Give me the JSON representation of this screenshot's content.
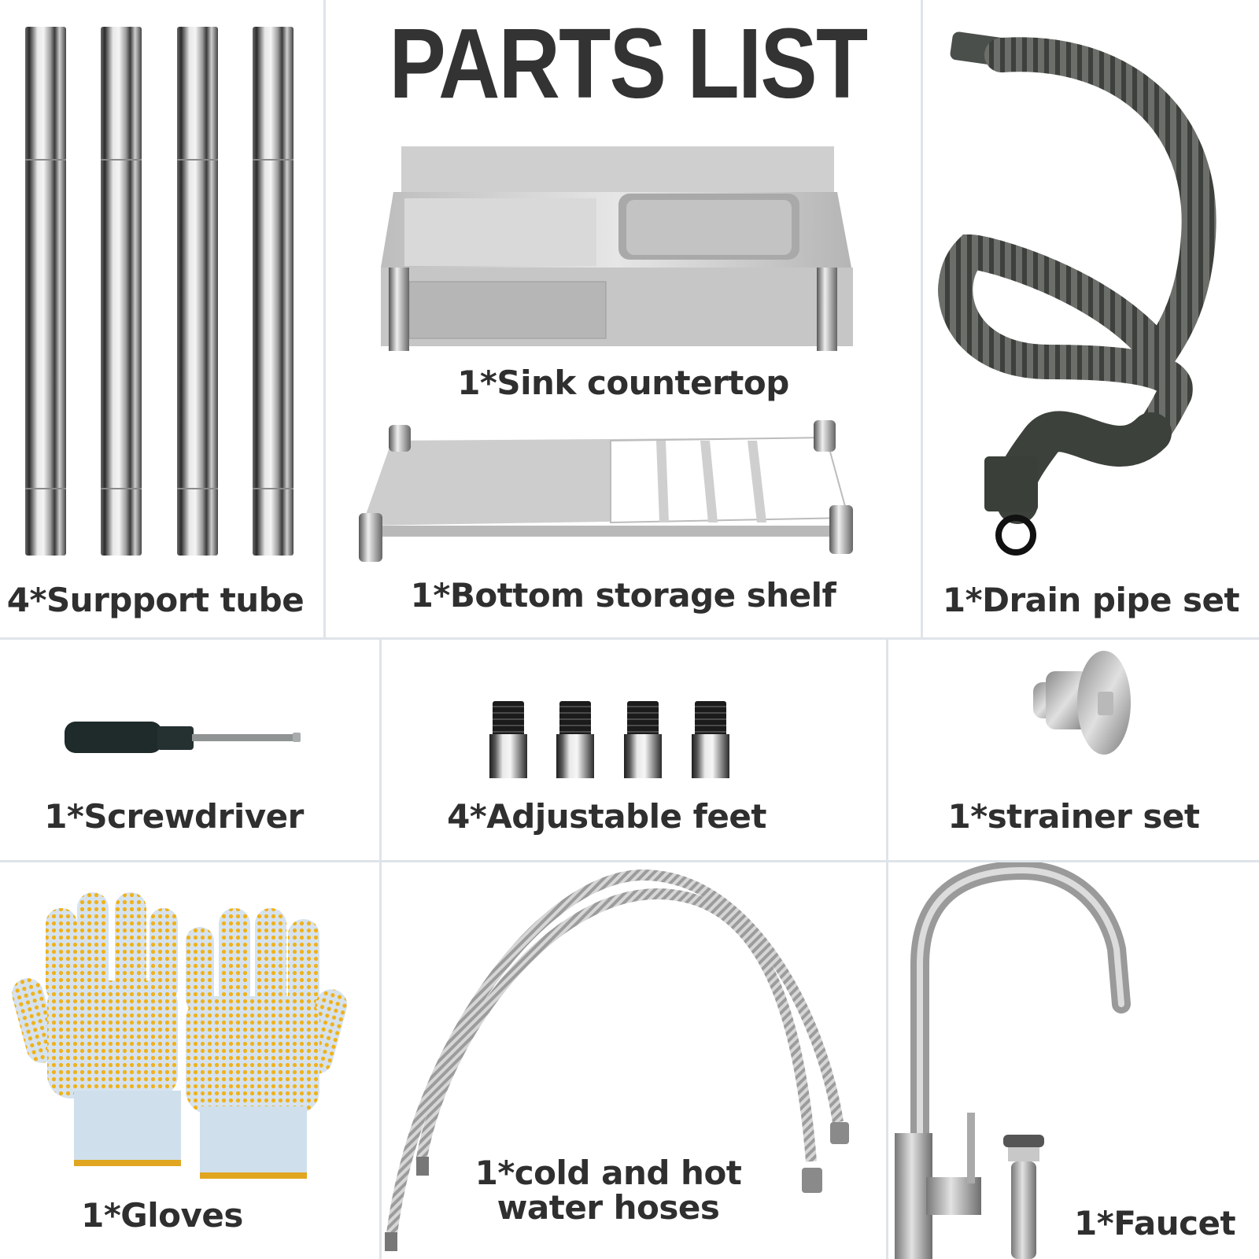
{
  "title": "PARTS LIST",
  "parts": [
    {
      "id": "support-tube",
      "label": "4*Surpport tube",
      "qty": 4
    },
    {
      "id": "sink-countertop",
      "label": "1*Sink countertop",
      "qty": 1
    },
    {
      "id": "bottom-storage-shelf",
      "label": "1*Bottom storage shelf",
      "qty": 1
    },
    {
      "id": "drain-pipe-set",
      "label": "1*Drain pipe set",
      "qty": 1
    },
    {
      "id": "screwdriver",
      "label": "1*Screwdriver",
      "qty": 1
    },
    {
      "id": "adjustable-feet",
      "label": "4*Adjustable feet",
      "qty": 4
    },
    {
      "id": "strainer-set",
      "label": "1*strainer set",
      "qty": 1
    },
    {
      "id": "gloves",
      "label": "1*Gloves",
      "qty": 1
    },
    {
      "id": "water-hoses",
      "label_line1": "1*cold and hot",
      "label_line2": "water hoses",
      "qty": 1
    },
    {
      "id": "faucet",
      "label": "1*Faucet",
      "qty": 1
    }
  ],
  "colors": {
    "text": "#2f2f2f",
    "divider": "#dfe4ea",
    "steel": "#c8c8c8",
    "hose_gray": "#5b5e5a",
    "glove_blue": "#c9dbea",
    "glove_dot": "#f0b21a"
  }
}
